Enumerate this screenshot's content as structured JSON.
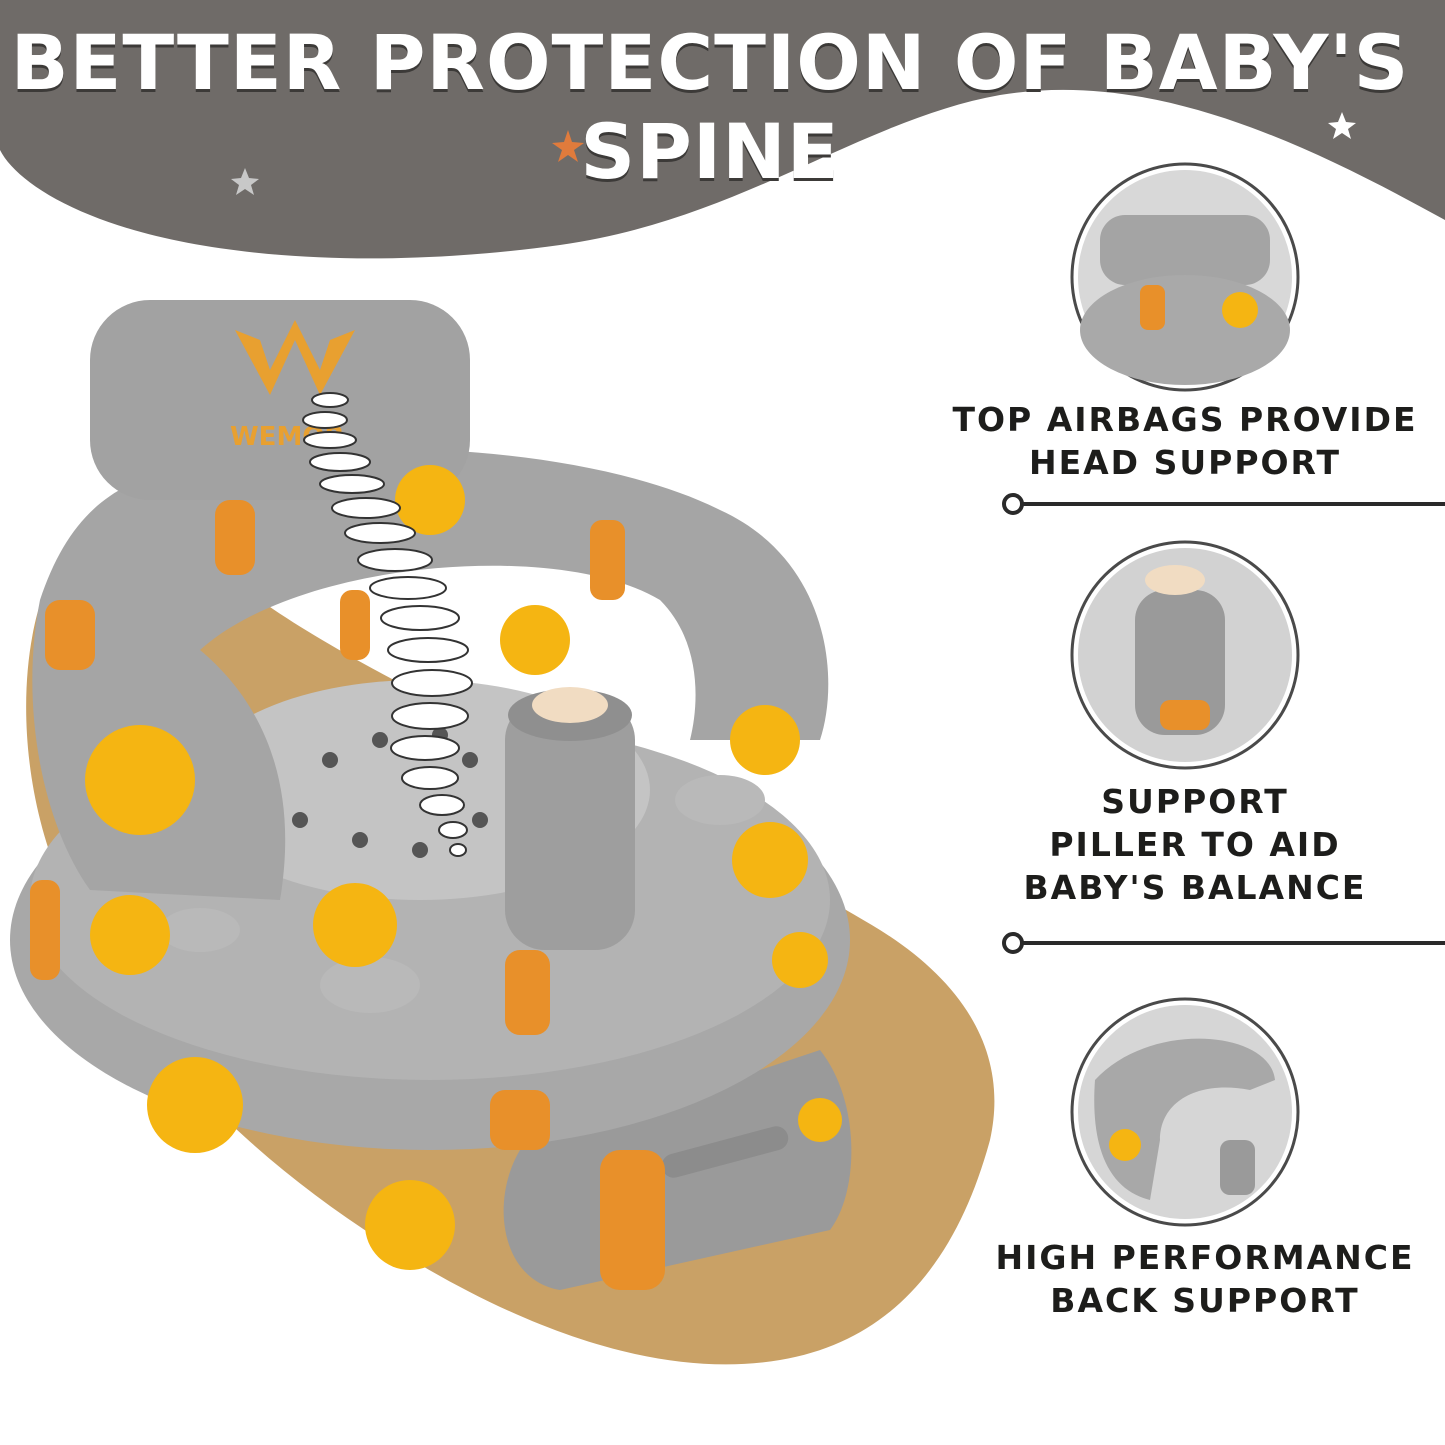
{
  "header": {
    "title": "BETTER PROTECTION OF BABY'S SPINE",
    "colors": {
      "banner": "#6f6b68",
      "star_orange": "#e07b3c",
      "star_light": "#d9d9d9"
    }
  },
  "product": {
    "brand_text": "WEMOR",
    "colors": {
      "seat": "#a9a9a9",
      "mat": "#c9a166",
      "print_sun": "#f5b512",
      "print_cat": "#e8902a"
    }
  },
  "features": [
    {
      "lines": [
        "TOP AIRBAGS PROVIDE",
        "HEAD SUPPORT"
      ]
    },
    {
      "lines": [
        "SUPPORT",
        "PILLER TO AID",
        "BABY'S BALANCE"
      ]
    },
    {
      "lines": [
        "HIGH PERFORMANCE",
        "BACK SUPPORT"
      ]
    }
  ]
}
